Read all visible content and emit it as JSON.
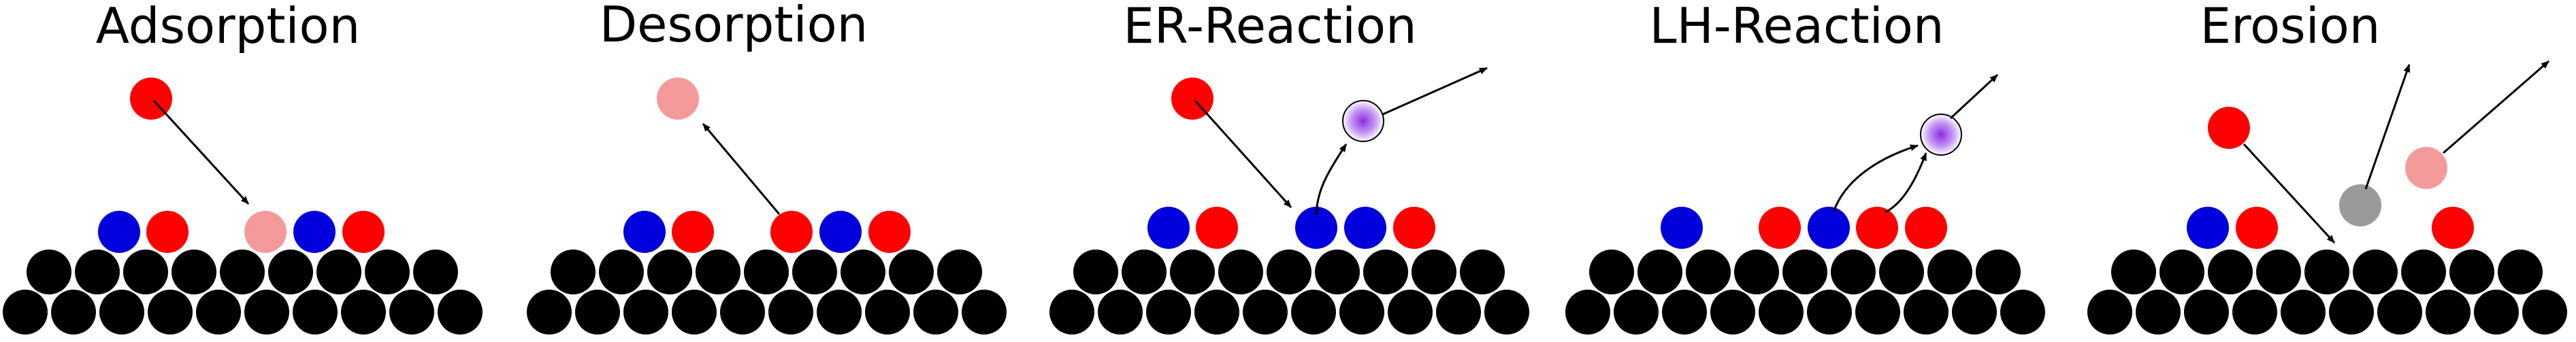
{
  "panels": [
    {
      "title": "Adsorption"
    },
    {
      "title": "Desorption"
    },
    {
      "title": "ER-Reaction"
    },
    {
      "title": "LH-Reaction"
    },
    {
      "title": "Erosion"
    }
  ],
  "colors": {
    "substrate": "#000000",
    "adsorbate_blue": "#0000dd",
    "adsorbate_red": "#ff0000",
    "incoming_pink": "#f59a9a",
    "product_purple": "#8a2be2",
    "eroded_gray": "#9a9a9a",
    "arrow": "#000000"
  }
}
